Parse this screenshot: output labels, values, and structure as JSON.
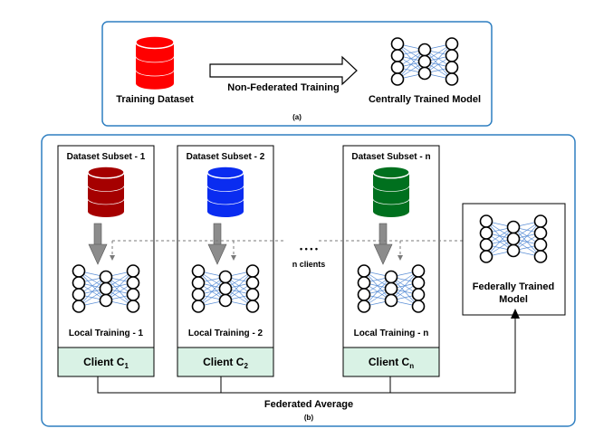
{
  "panel_a": {
    "training_dataset": "Training Dataset",
    "arrow_label": "Non-Federated Training",
    "central_model": "Centrally Trained Model",
    "caption": "(a)"
  },
  "panel_b": {
    "caption": "(b)",
    "clients": [
      {
        "subset": "Dataset Subset - 1",
        "training": "Local Training - 1",
        "client": "Client C",
        "sub": "1",
        "db_color": "#a50000"
      },
      {
        "subset": "Dataset Subset - 2",
        "training": "Local Training - 2",
        "client": "Client C",
        "sub": "2",
        "db_color": "#0a2cf0"
      },
      {
        "subset": "Dataset Subset - n",
        "training": "Local Training - n",
        "client": "Client C",
        "sub": "n",
        "db_color": "#00701e"
      }
    ],
    "ellipsis": "• • • •",
    "n_clients": "n clients",
    "federated_model_line1": "Federally Trained",
    "federated_model_line2": "Model",
    "federated_average": "Federated Average"
  },
  "colors": {
    "panel_border": "#2f7fc1",
    "client_footer": "#d9f2e5",
    "training_db": "#ff0000",
    "arrow_gray": "#8c8c8c",
    "network_edge": "#5b8fd6"
  }
}
